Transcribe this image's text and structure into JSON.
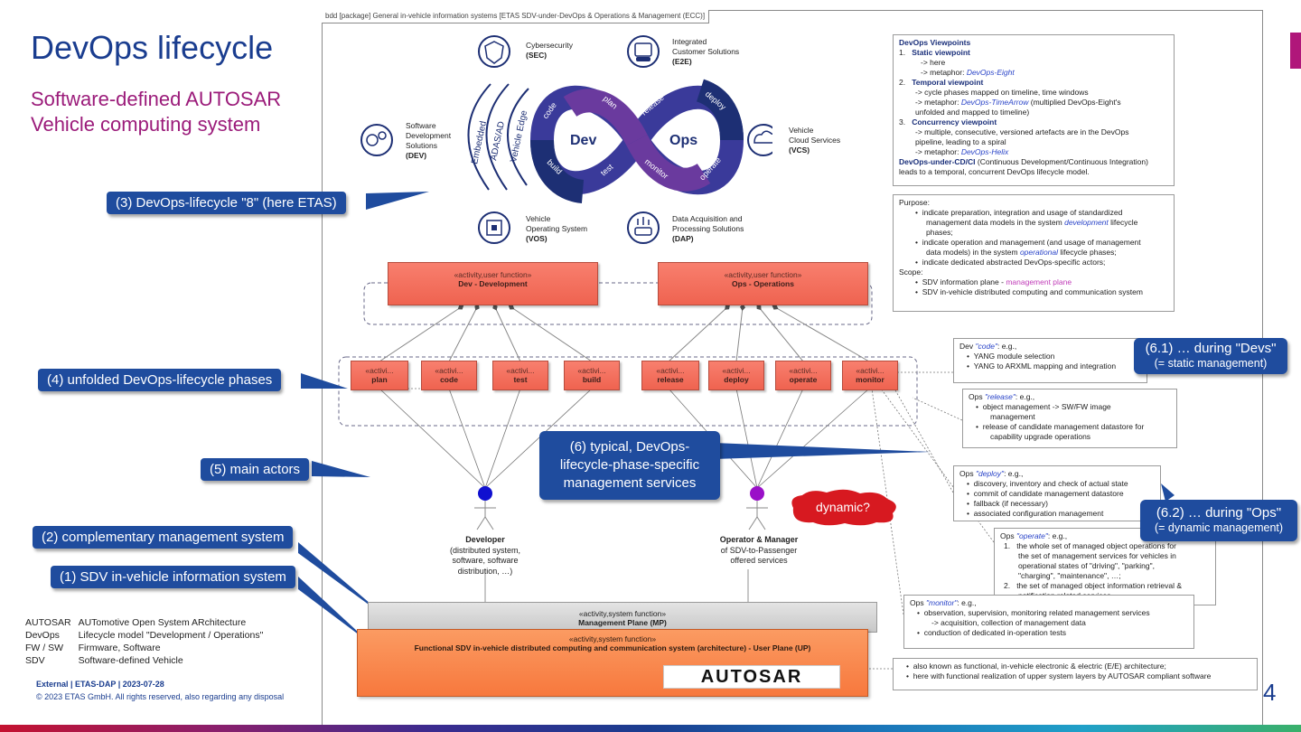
{
  "slide": {
    "title": "DevOps lifecycle",
    "subtitle_line1": "Software-defined AUTOSAR",
    "subtitle_line2": "Vehicle computing system",
    "page_number": "4",
    "footer_line1": "External | ETAS-DAP | 2023-07-28",
    "footer_line2": "© 2023 ETAS GmbH. All rights reserved, also regarding any disposal"
  },
  "abbreviations": [
    {
      "abbr": "AUTOSAR",
      "full": "AUTomotive Open System ARchitecture"
    },
    {
      "abbr": "DevOps",
      "full": "Lifecycle model \"Development / Operations\""
    },
    {
      "abbr": "FW / SW",
      "full": "Firmware, Software"
    },
    {
      "abbr": "SDV",
      "full": "Software-defined Vehicle"
    }
  ],
  "callouts": {
    "c3": "(3) DevOps-lifecycle \"8\" (here ETAS)",
    "c4": "(4) unfolded DevOps-lifecycle phases",
    "c5": "(5) main actors",
    "c2": "(2) complementary management system",
    "c1": "(1) SDV in-vehicle information system",
    "c6_line1": "(6) typical, DevOps-",
    "c6_line2": "lifecycle-phase-specific",
    "c6_line3": "management services",
    "c61_main": "(6.1) … during \"Devs\"",
    "c61_sub": "(= static management)",
    "c62_main": "(6.2) … during \"Ops\"",
    "c62_sub": "(= dynamic management)",
    "dynamic": "dynamic?"
  },
  "diagram": {
    "frame_label": "bdd [package] General in-vehicle information systems [ETAS SDV-under-DevOps & Operations & Management (ECC)]",
    "etas_solutions": {
      "sec_name": "Cybersecurity",
      "sec_code": "(SEC)",
      "e2e_name1": "Integrated",
      "e2e_name2": "Customer Solutions",
      "e2e_code": "(E2E)",
      "dev_name1": "Software",
      "dev_name2": "Development",
      "dev_name3": "Solutions",
      "dev_code": "(DEV)",
      "vcs_name1": "Vehicle",
      "vcs_name2": "Cloud Services",
      "vcs_code": "(VCS)",
      "vos_name1": "Vehicle",
      "vos_name2": "Operating System",
      "vos_code": "(VOS)",
      "dap_name1": "Data Acquisition and",
      "dap_name2": "Processing Solutions",
      "dap_code": "(DAP)"
    },
    "arcs": [
      "Embedded",
      "ADAS/AD",
      "Vehicle Edge"
    ],
    "loop": {
      "dev": "Dev",
      "ops": "Ops",
      "code": "code",
      "plan": "plan",
      "build": "build",
      "test": "test",
      "release": "release",
      "deploy": "deploy",
      "monitor": "monitor",
      "operate": "operate"
    },
    "stereo_user": "«activity,user function»",
    "stereo_short": "«activi...",
    "stereo_system": "«activity,system function»",
    "dev_block": "Dev - Development",
    "ops_block": "Ops - Operations",
    "phases": [
      "plan",
      "code",
      "test",
      "build",
      "release",
      "deploy",
      "operate",
      "monitor"
    ],
    "developer_line1": "Developer",
    "developer_line2": "(distributed system,",
    "developer_line3": "software, software",
    "developer_line4": "distribution, …)",
    "operator_line1": "Operator & Manager",
    "operator_line2": "of SDV-to-Passenger",
    "operator_line3": "offered services",
    "mp_block": "Management Plane (MP)",
    "up_block": "Functional SDV in-vehicle distributed computing and communication system (architecture) - User Plane (UP)",
    "autosar_logo": "AUTOSAR"
  },
  "notes": {
    "viewpoints": {
      "title": "DevOps Viewpoints",
      "i1": "1.",
      "i1_head": "Static viewpoint",
      "i1_a": "-> here",
      "i1_b_pre": "-> metaphor:",
      "i1_b_hl": "DevOps-Eight",
      "i2": "2.",
      "i2_head": "Temporal viewpoint",
      "i2_a": "-> cycle phases mapped on timeline, time windows",
      "i2_b_pre": "-> metaphor:",
      "i2_b_hl": "DevOps-TimeArrow",
      "i2_b_post": "(multiplied DevOps-Eight's",
      "i2_c": "unfolded and mapped to timeline)",
      "i3": "3.",
      "i3_head": "Concurrency viewpoint",
      "i3_a": "-> multiple, consecutive, versioned artefacts are in the DevOps",
      "i3_b": "pipeline, leading to a spiral",
      "i3_c_pre": "-> metaphor:",
      "i3_c_hl": "DevOps-Helix",
      "cd_head": "DevOps-under-CD/CI",
      "cd_text": "(Continuous Development/Continuous Integration)",
      "cd_text2": "leads to a temporal, concurrent DevOps lifecycle model."
    },
    "purpose": {
      "purpose_label": "Purpose:",
      "p1": "indicate preparation, integration and usage of standardized",
      "p1b_pre": "management data models in the system",
      "p1b_hl": "development",
      "p1b_post": "lifecycle",
      "p1c": "phases;",
      "p2": "indicate operation and management (and usage of management",
      "p2b_pre": "data models) in the system",
      "p2b_hl": "operational",
      "p2b_post": "lifecycle phases;",
      "p3": "indicate dedicated abstracted DevOps-specific actors;",
      "scope_label": "Scope:",
      "s1_pre": "SDV information plane -",
      "s1_mag": "management plane",
      "s2": "SDV in-vehicle distributed computing and communication system"
    },
    "code": {
      "head_pre": "Dev",
      "head_hl": "\"code\"",
      "head_post": ": e.g.,",
      "i1": "YANG module selection",
      "i2": "YANG to ARXML mapping and integration"
    },
    "release": {
      "head_pre": "Ops",
      "head_hl": "\"release\"",
      "head_post": ": e.g.,",
      "i1": "object management -> SW/FW image",
      "i1b": "management",
      "i2": "release of candidate management datastore for",
      "i2b": "capability upgrade operations"
    },
    "deploy": {
      "head_pre": "Ops",
      "head_hl": "\"deploy\"",
      "head_post": ": e.g.,",
      "i1": "discovery, inventory and check of actual state",
      "i2": "commit of candidate management datastore",
      "i3": "fallback (if necessary)",
      "i4": "associated configuration management"
    },
    "operate": {
      "head_pre": "Ops",
      "head_hl": "\"operate\"",
      "head_post": ": e.g.,",
      "i1n": "1.",
      "i1": "the whole set of managed object operations for",
      "i1b": "the set of management services for vehicles in",
      "i1c": "operational states of \"driving\", \"parking\",",
      "i1d": "\"charging\", \"maintenance\", …;",
      "i2n": "2.",
      "i2": "the set of managed object information retrieval &",
      "i2b": "notification related services"
    },
    "monitor": {
      "head_pre": "Ops",
      "head_hl": "\"monitor\"",
      "head_post": ": e.g.,",
      "i1": "observation, supervision, monitoring related management services",
      "i1b": "-> acquisition, collection of management data",
      "i2": "conduction of dedicated in-operation tests"
    },
    "archi": {
      "i1": "also known as functional, in-vehicle electronic & electric (E/E) architecture;",
      "i2": "here with functional realization of upper system layers by AUTOSAR compliant software"
    }
  },
  "colors": {
    "title_blue": "#1a3d8f",
    "subtitle_magenta": "#9b1b7a",
    "callout_blue": "#1f4c9e",
    "activity_red": "#f26a56",
    "dynamic_red": "#d71920",
    "loop_dark": "#1d2f74",
    "loop_purple": "#6a3a9e"
  }
}
